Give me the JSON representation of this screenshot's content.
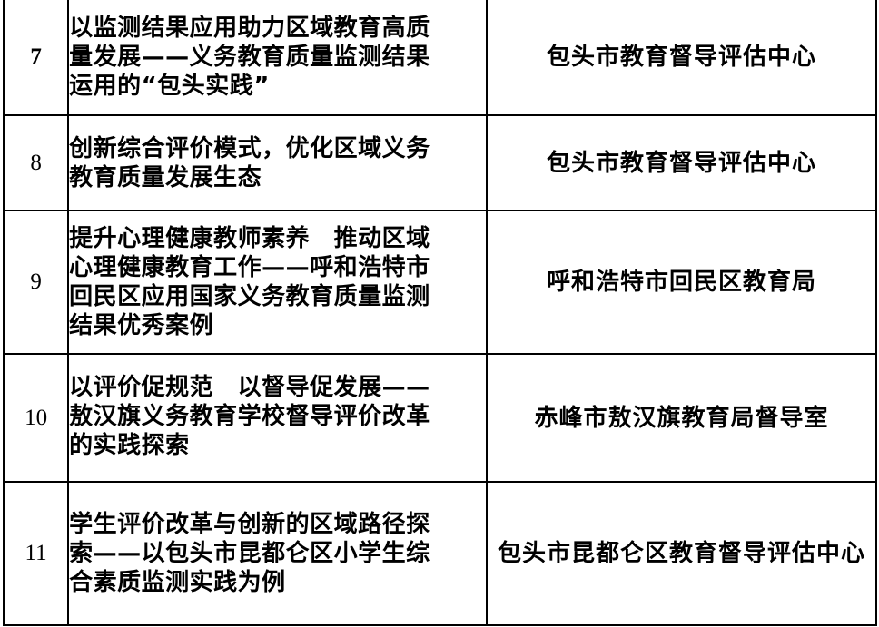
{
  "table": {
    "rows": [
      {
        "num": "7",
        "title_lines": [
          "以监测结果应用助力区域教育高质",
          "量发展——义务教育质量监测结果",
          "运用的“包头实践”"
        ],
        "org": "包头市教育督导评估中心"
      },
      {
        "num": "8",
        "title_lines": [
          "创新综合评价模式，优化区域义务",
          "教育质量发展生态"
        ],
        "org": "包头市教育督导评估中心"
      },
      {
        "num": "9",
        "title_lines": [
          "提升心理健康教师素养　推动区域",
          "心理健康教育工作——呼和浩特市",
          "回民区应用国家义务教育质量监测",
          "结果优秀案例"
        ],
        "org": "呼和浩特市回民区教育局"
      },
      {
        "num": "10",
        "title_lines": [
          "以评价促规范　以督导促发展——",
          "敖汉旗义务教育学校督导评价改革",
          "的实践探索"
        ],
        "org": "赤峰市敖汉旗教育局督导室"
      },
      {
        "num": "11",
        "title_lines": [
          "学生评价改革与创新的区域路径探",
          "索——以包头市昆都仑区小学生综",
          "合素质监测实践为例"
        ],
        "org": "包头市昆都仑区教育督导评估中心"
      }
    ]
  }
}
